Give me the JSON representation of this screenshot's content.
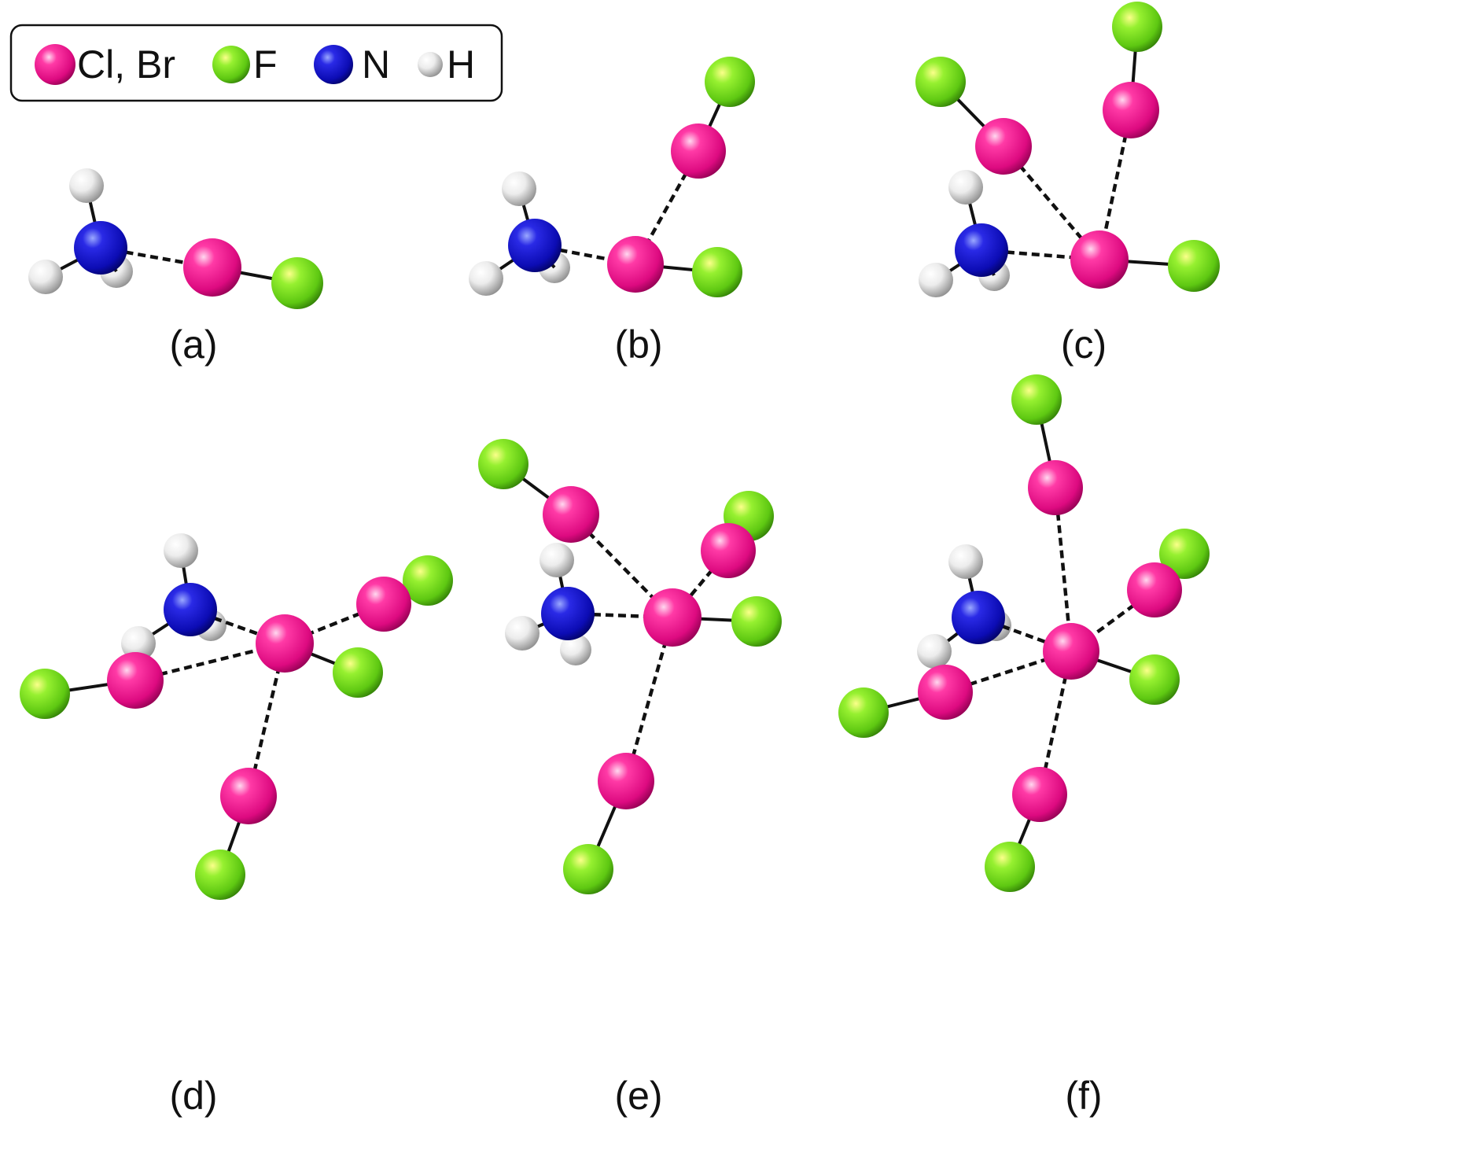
{
  "legend": {
    "items": [
      {
        "element": "halogen",
        "label": "Cl, Br",
        "color": "#ee1a8f"
      },
      {
        "element": "fluorine",
        "label": "F",
        "color": "#74e01c"
      },
      {
        "element": "nitrogen",
        "label": "N",
        "color": "#1414cc"
      },
      {
        "element": "hydrogen",
        "label": "H",
        "color": "#e6e6e6"
      }
    ]
  },
  "colors": {
    "halogen": "#ee1a8f",
    "fluorine": "#74e01c",
    "nitrogen": "#1414cc",
    "hydrogen": "#e6e6e6",
    "bond": "#111111"
  },
  "panels": [
    {
      "label": "(a)"
    },
    {
      "label": "(b)"
    },
    {
      "label": "(c)"
    },
    {
      "label": "(d)"
    },
    {
      "label": "(e)"
    },
    {
      "label": "(f)"
    }
  ]
}
